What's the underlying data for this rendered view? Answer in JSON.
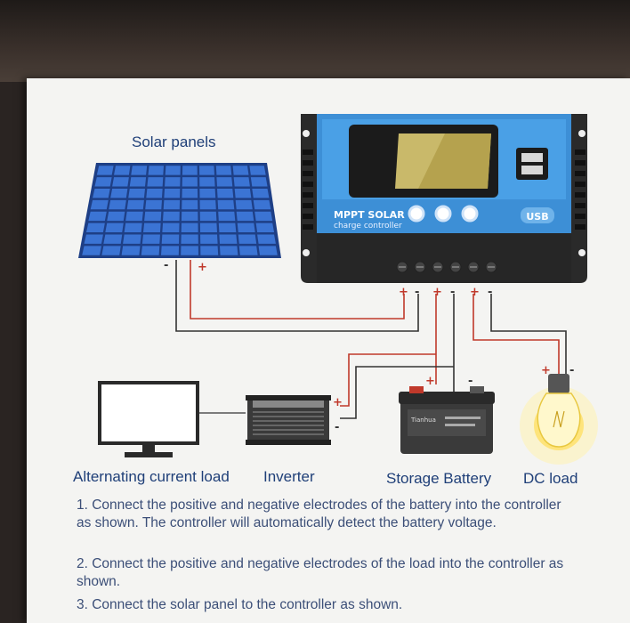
{
  "labels": {
    "solar_panels": "Solar panels",
    "ac_load": "Alternating current load",
    "inverter": "Inverter",
    "storage_battery": "Storage Battery",
    "dc_load": "DC load"
  },
  "controller": {
    "brand_line1": "MPPT SOLAR",
    "brand_line2": "charge controller",
    "usb_badge": "USB",
    "button_icons": [
      "esc-icon",
      "up-icon",
      "enter-icon"
    ]
  },
  "battery": {
    "brand": "Tianhua"
  },
  "terminals": {
    "controller": [
      "+",
      "-",
      "+",
      "-",
      "+",
      "-"
    ],
    "solar": [
      "-",
      "+"
    ],
    "inverter": [
      "+",
      "-"
    ],
    "battery": [
      "+",
      "-"
    ],
    "dc_load": [
      "+",
      "-"
    ]
  },
  "instructions": [
    "1. Connect the positive and negative electrodes of the battery into the controller as shown. The controller will automatically detect the battery voltage.",
    "2. Connect the positive and negative electrodes of the load into the controller as shown.",
    "3. Connect the solar panel to the controller as shown."
  ],
  "colors": {
    "positive_wire": "#c0392b",
    "negative_wire": "#333333",
    "controller_blue": "#3a8fd4",
    "panel_blue": "#2c5fb8",
    "text_blue": "#1f3f78"
  }
}
